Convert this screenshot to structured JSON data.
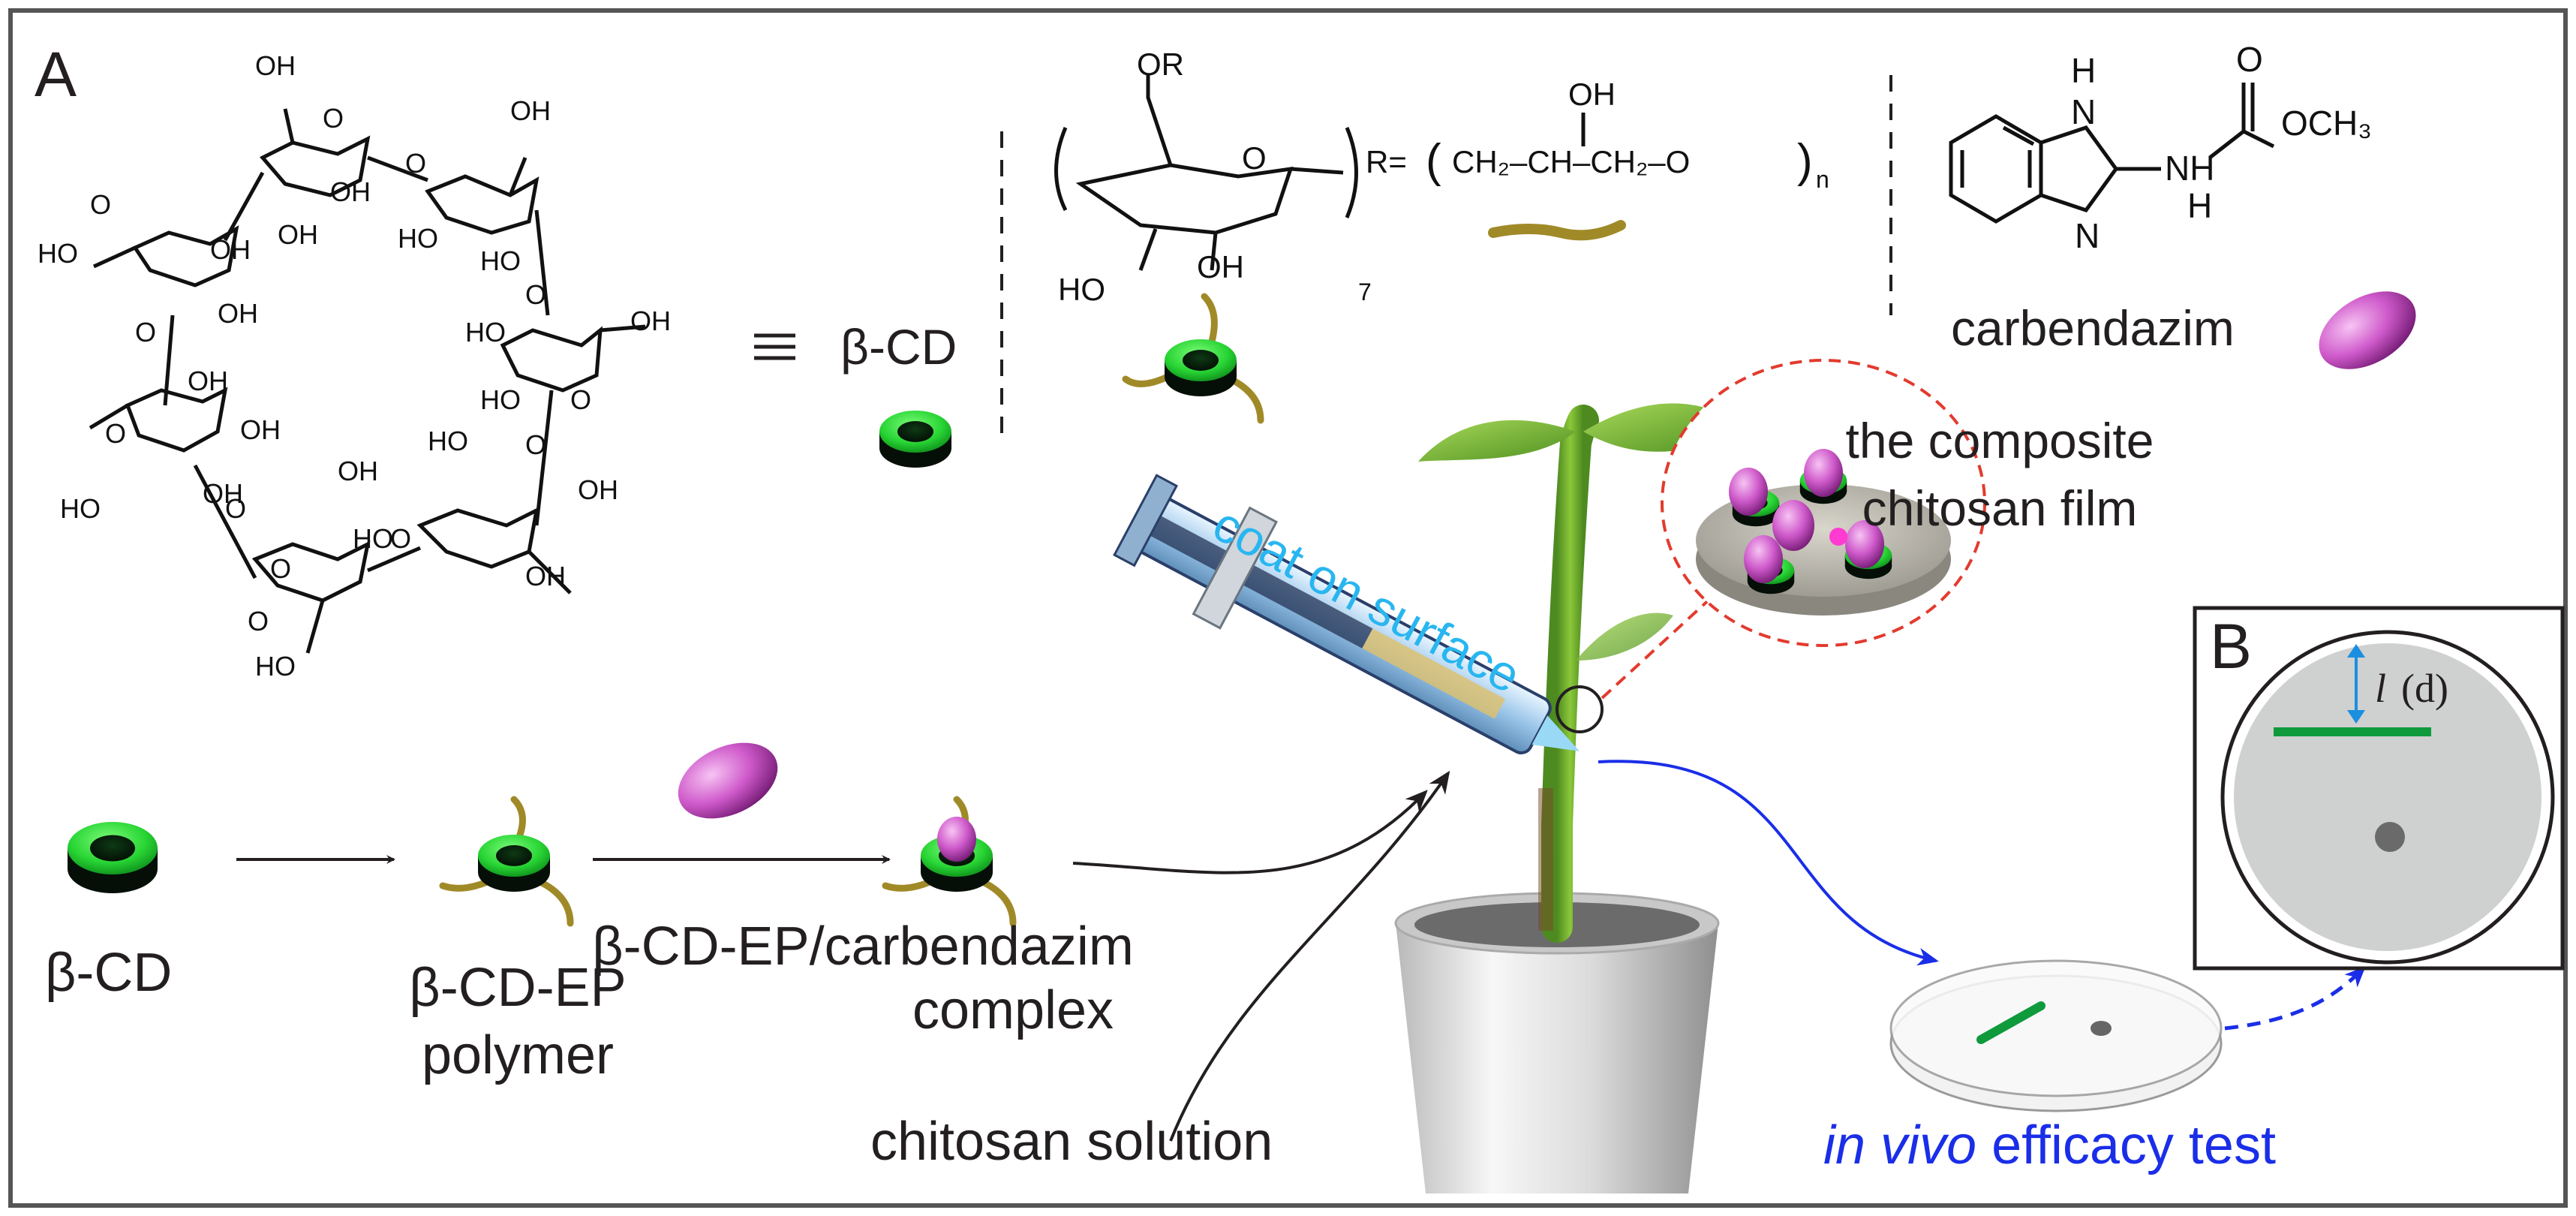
{
  "colors": {
    "ring_green": "#2ee03a",
    "ring_dark": "#0a2a10",
    "guest_magenta": "#c455c4",
    "polymer_tan": "#a08a28",
    "arrow_blue": "#1a2ee8",
    "text_cyan": "#29b6f0",
    "dashed_red": "#e23b2e",
    "plant_green": "#6aa832",
    "bond_green": "#0f9a3c",
    "width_blue": "#1a8fe0"
  },
  "panel_labels": {
    "a": "A",
    "b": "B"
  },
  "structures": {
    "beta_cd_equiv": "β-CD",
    "repeat_unit": {
      "or_group": "OR",
      "ring_o": "O",
      "oh": "OH",
      "ho": "HO",
      "subscript": "7",
      "r_label": "R=",
      "r_formula": "CH₂–CH–CH₂–O",
      "r_oh": "OH",
      "r_subscript": "n"
    },
    "carbendazim": {
      "nh_top": "H",
      "n_top": "N",
      "carbonyl_o": "O",
      "ester": "OCH₃",
      "nh": "NH",
      "nh_h": "H",
      "n_bottom": "N",
      "name": "carbendazim"
    },
    "macrocycle": {
      "oh": "OH",
      "ho": "HO",
      "o": "O"
    }
  },
  "workflow": {
    "step1": "β-CD",
    "step2_line1": "β-CD-EP",
    "step2_line2": "polymer",
    "step3_line1": "β-CD-EP/carbendazim",
    "step3_line2": "complex",
    "chitosan": "chitosan solution",
    "coat": "coat on surface",
    "film_line1": "the composite",
    "film_line2": "chitosan film",
    "efficacy_italic": "in vivo",
    "efficacy_rest": " efficacy test"
  },
  "panel_b": {
    "measure_var": "l",
    "measure_paren": "(d)"
  }
}
